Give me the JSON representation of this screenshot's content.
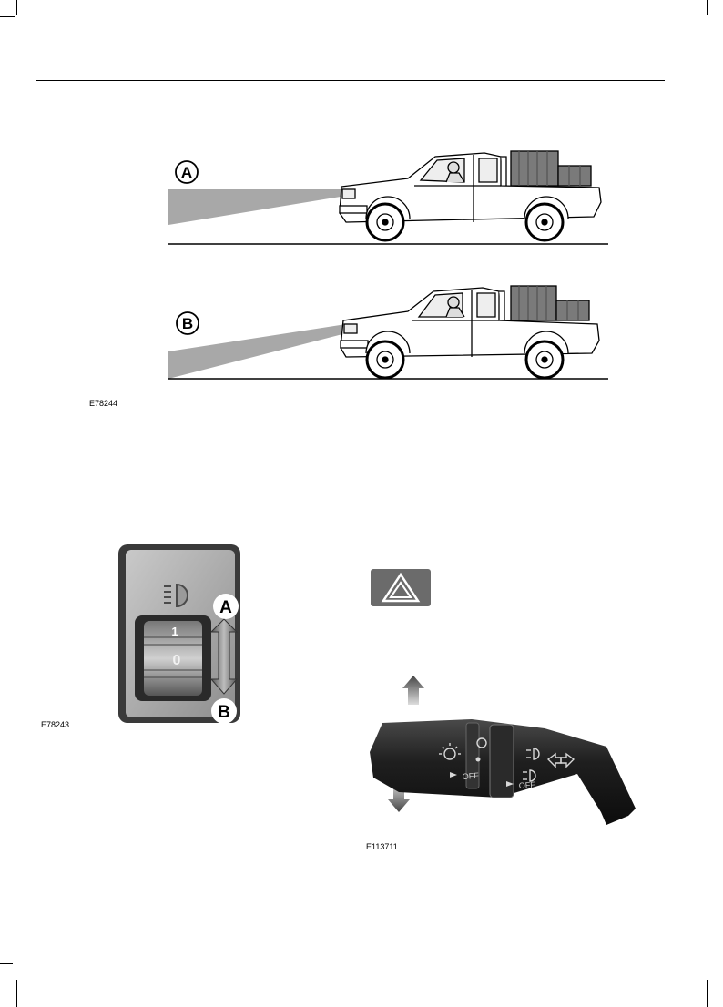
{
  "figures": {
    "aim": {
      "code": "E78244",
      "label_a": "A",
      "label_b": "B"
    },
    "switch": {
      "code": "E78243",
      "label_a": "A",
      "label_b": "B",
      "position_1": "1",
      "position_0": "0"
    },
    "hazard": {
      "icon": "hazard-triangle-icon"
    },
    "stalk": {
      "code": "E113711",
      "off_label_1": "OFF",
      "off_label_2": "OFF"
    }
  }
}
